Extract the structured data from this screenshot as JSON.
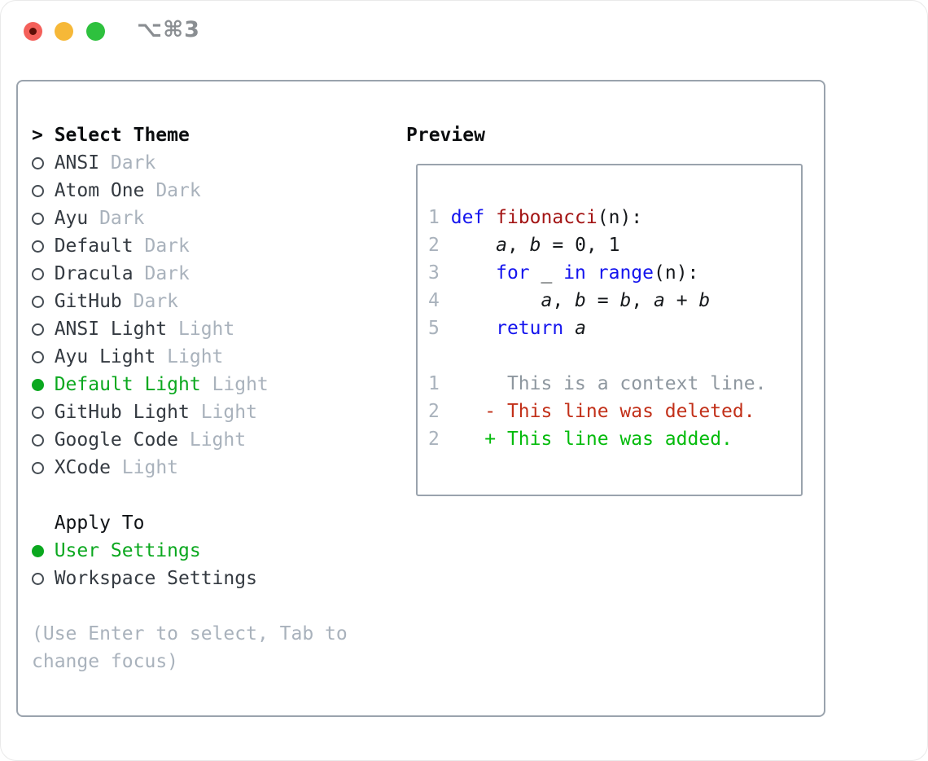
{
  "window": {
    "title": "⌥⌘3"
  },
  "colors": {
    "border": "#9aa3ad",
    "muted": "#a9b2bc",
    "green_selected": "#0ba81f",
    "green_added": "#04bb0c",
    "red_deleted": "#c23019",
    "keyword_blue": "#1414ee",
    "function_red": "#a31515",
    "traffic_red": "#f4605a",
    "traffic_yellow": "#f6b838",
    "traffic_green": "#2ec13e"
  },
  "sidebar": {
    "heading_marker": ">",
    "heading": "Select Theme",
    "themes": [
      {
        "name": "ANSI",
        "variant": "Dark",
        "selected": false
      },
      {
        "name": "Atom One",
        "variant": "Dark",
        "selected": false
      },
      {
        "name": "Ayu",
        "variant": "Dark",
        "selected": false
      },
      {
        "name": "Default",
        "variant": "Dark",
        "selected": false
      },
      {
        "name": "Dracula",
        "variant": "Dark",
        "selected": false
      },
      {
        "name": "GitHub",
        "variant": "Dark",
        "selected": false
      },
      {
        "name": "ANSI Light",
        "variant": "Light",
        "selected": false
      },
      {
        "name": "Ayu Light",
        "variant": "Light",
        "selected": false
      },
      {
        "name": "Default Light",
        "variant": "Light",
        "selected": true
      },
      {
        "name": "GitHub Light",
        "variant": "Light",
        "selected": false
      },
      {
        "name": "Google Code",
        "variant": "Light",
        "selected": false
      },
      {
        "name": "XCode",
        "variant": "Light",
        "selected": false
      }
    ],
    "apply_heading": "Apply To",
    "apply_options": [
      {
        "name": "User Settings",
        "selected": true
      },
      {
        "name": "Workspace Settings",
        "selected": false
      }
    ],
    "help_lines": [
      "(Use Enter to select, Tab to",
      "change focus)"
    ]
  },
  "preview": {
    "heading": "Preview",
    "code_lines": [
      {
        "num": "1",
        "tokens": [
          {
            "t": " ",
            "s": "p"
          },
          {
            "t": "def",
            "s": "kw"
          },
          {
            "t": " ",
            "s": "p"
          },
          {
            "t": "fibonacci",
            "s": "fn"
          },
          {
            "t": "(n):",
            "s": "p"
          }
        ]
      },
      {
        "num": "2",
        "tokens": [
          {
            "t": "     ",
            "s": "p"
          },
          {
            "t": "a",
            "s": "v"
          },
          {
            "t": ", ",
            "s": "p"
          },
          {
            "t": "b",
            "s": "v"
          },
          {
            "t": " = 0, 1",
            "s": "p"
          }
        ]
      },
      {
        "num": "3",
        "tokens": [
          {
            "t": "     ",
            "s": "p"
          },
          {
            "t": "for",
            "s": "kw"
          },
          {
            "t": " _ ",
            "s": "p"
          },
          {
            "t": "in",
            "s": "kw"
          },
          {
            "t": " ",
            "s": "p"
          },
          {
            "t": "range",
            "s": "kw"
          },
          {
            "t": "(n):",
            "s": "p"
          }
        ]
      },
      {
        "num": "4",
        "tokens": [
          {
            "t": "         ",
            "s": "p"
          },
          {
            "t": "a",
            "s": "v"
          },
          {
            "t": ", ",
            "s": "p"
          },
          {
            "t": "b",
            "s": "v"
          },
          {
            "t": " = ",
            "s": "p"
          },
          {
            "t": "b",
            "s": "v"
          },
          {
            "t": ", ",
            "s": "p"
          },
          {
            "t": "a",
            "s": "v"
          },
          {
            "t": " + ",
            "s": "p"
          },
          {
            "t": "b",
            "s": "v"
          }
        ]
      },
      {
        "num": "5",
        "tokens": [
          {
            "t": "     ",
            "s": "p"
          },
          {
            "t": "return",
            "s": "kw"
          },
          {
            "t": " ",
            "s": "p"
          },
          {
            "t": "a",
            "s": "v"
          }
        ]
      },
      {
        "num": "",
        "tokens": []
      },
      {
        "num": "1",
        "tokens": [
          {
            "t": "      This is a context line.",
            "s": "ctx"
          }
        ]
      },
      {
        "num": "2",
        "tokens": [
          {
            "t": "    - This line was deleted.",
            "s": "del"
          }
        ]
      },
      {
        "num": "2",
        "tokens": [
          {
            "t": "    + This line was added.",
            "s": "add"
          }
        ]
      }
    ]
  }
}
